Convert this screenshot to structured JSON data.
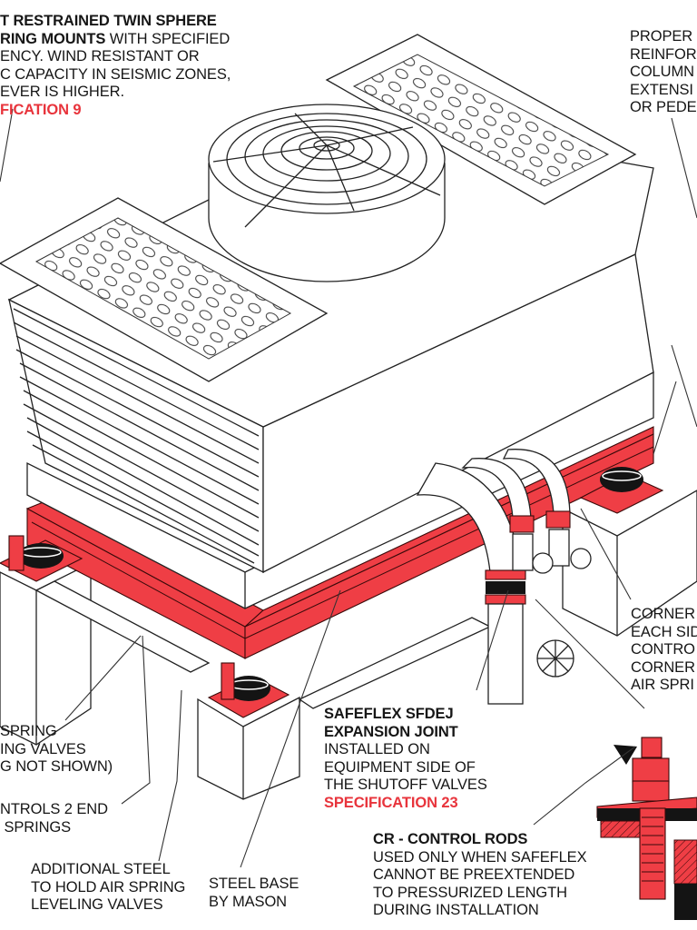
{
  "diagram": {
    "title": "Cooling tower on air spring mounts with Safeflex expansion joints",
    "accent_color": "#e8343c",
    "labels": {
      "mounts": {
        "bold_lines": [
          "T RESTRAINED TWIN SPHERE",
          "RING MOUNTS"
        ],
        "text_after_bold": " WITH SPECIFIED",
        "lines": [
          "ENCY.  WIND RESISTANT OR",
          "C CAPACITY IN SEISMIC ZONES,",
          "EVER IS HIGHER."
        ],
        "spec": "FICATION 9"
      },
      "proper": {
        "lines": [
          "PROPER",
          "REINFOR",
          "COLUMN",
          "EXTENSI",
          "OR PEDE"
        ]
      },
      "corner": {
        "lines": [
          "CORNER",
          "EACH SID",
          "CONTRO",
          "CORNER",
          "AIR SPRI"
        ]
      },
      "air_spring": {
        "lines": [
          "SPRING",
          "ING VALVES",
          "G NOT SHOWN)"
        ]
      },
      "controls": {
        "lines": [
          "NTROLS 2 END",
          " SPRINGS"
        ]
      },
      "additional_steel": {
        "lines": [
          "ADDITIONAL STEEL",
          "TO HOLD AIR SPRING",
          "LEVELING VALVES"
        ]
      },
      "steel_base": {
        "lines": [
          "STEEL BASE",
          "BY MASON"
        ]
      },
      "safeflex": {
        "bold_lines": [
          "SAFEFLEX SFDEJ",
          "EXPANSION JOINT"
        ],
        "lines": [
          "INSTALLED ON",
          "EQUIPMENT SIDE OF",
          "THE SHUTOFF VALVES"
        ],
        "spec": "SPECIFICATION 23"
      },
      "control_rods": {
        "bold_line": "CR - CONTROL RODS",
        "lines": [
          "USED ONLY WHEN SAFEFLEX",
          "CANNOT BE PREEXTENDED",
          "TO PRESSURIZED LENGTH",
          "DURING INSTALLATION"
        ]
      }
    },
    "components": [
      "cooling-tower",
      "fan-guard",
      "perforated-basin-left",
      "perforated-basin-right",
      "louvers",
      "steel-base-frame",
      "air-spring-mount",
      "concrete-pier",
      "expansion-joint",
      "shutoff-valve",
      "control-rod-detail"
    ]
  }
}
